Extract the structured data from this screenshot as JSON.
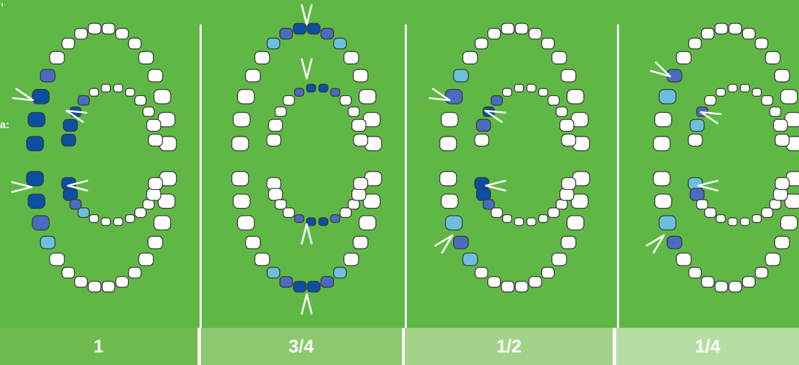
{
  "colors": {
    "background": "#5fb845",
    "tooth_fill": "#ffffff",
    "tooth_outline": "#3a3a3a",
    "dark_blue": "#0a4fa3",
    "medium_blue": "#4a6cc0",
    "light_blue": "#6cc0de",
    "arrow": "#ffffff"
  },
  "partial_text": {
    "top": ",",
    "middle": "a:"
  },
  "panels": [
    {
      "fraction": "1",
      "footer_color": "#6dbb4f"
    },
    {
      "fraction": "3/4",
      "footer_color": "#8cc86d"
    },
    {
      "fraction": "1/2",
      "footer_color": "#a3d28b"
    },
    {
      "fraction": "1/4",
      "footer_color": "#b6dca3"
    }
  ]
}
